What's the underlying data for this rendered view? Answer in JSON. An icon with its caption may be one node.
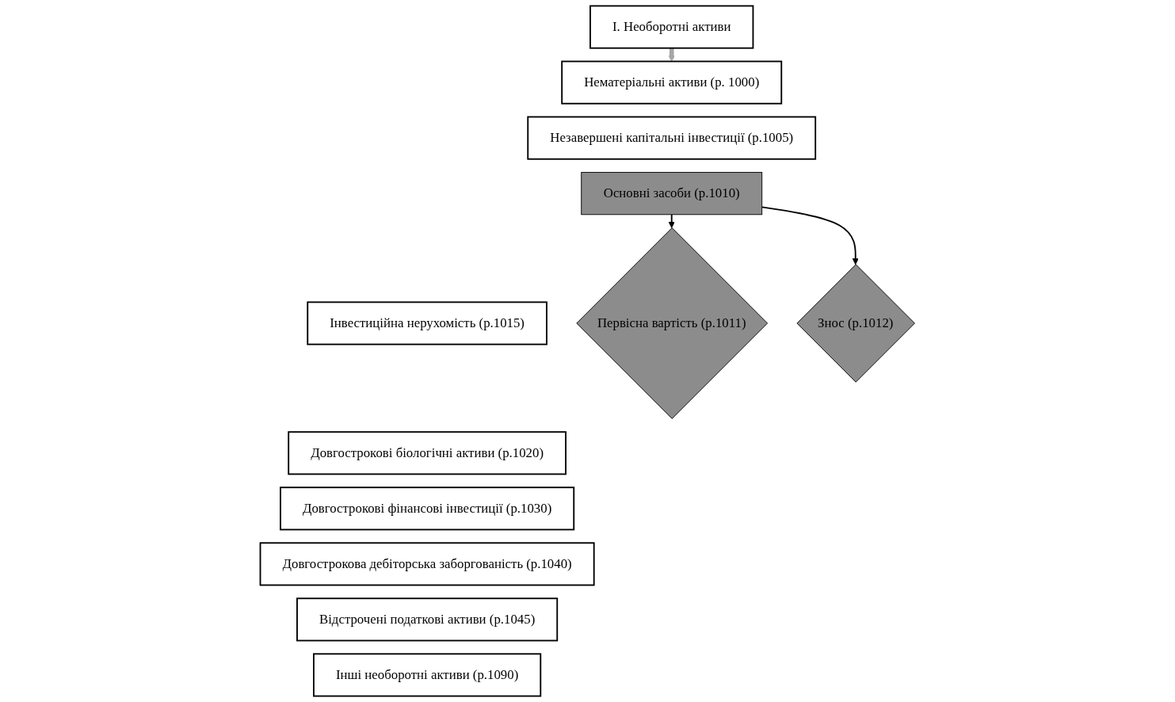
{
  "diagram": {
    "nodes": [
      {
        "text": [
          "І. Необоротні активи"
        ]
      },
      {
        "text": [
          "Нематеріальні активи (р. 1000)"
        ]
      },
      {
        "text": [
          "Незавершені капітальні інвестиції (р.1005)"
        ]
      },
      {
        "text": [
          "Основні засоби (р.1010)"
        ]
      },
      {
        "text": [
          "Інвестиційна нерухомість (р.1015)"
        ]
      },
      {
        "text": [
          "Довгострокові біологічні активи (р.1020)"
        ]
      },
      {
        "text": [
          "Довгострокові фінансові інвестиції (р.1030)"
        ]
      },
      {
        "text": [
          "Довгострокова дебіторська заборгованість (р.1040)"
        ]
      },
      {
        "text": [
          "Відстрочені податкові активи (р.1045)"
        ]
      },
      {
        "text": [
          "Інші необоротні активи (р.1090)"
        ]
      },
      {
        "text": [
          "Первісна вартість (р.1011)"
        ]
      },
      {
        "text": [
          "Знос (р.1012)"
        ]
      }
    ],
    "edges": [
      {
        "from": 0,
        "to": 1,
        "arrow": "to",
        "style": "thick",
        "color": "#a6a6a6"
      },
      {
        "from": 3,
        "to": 10,
        "arrow": "to"
      },
      {
        "from": 3,
        "to": 11,
        "arrow": "to"
      }
    ]
  }
}
